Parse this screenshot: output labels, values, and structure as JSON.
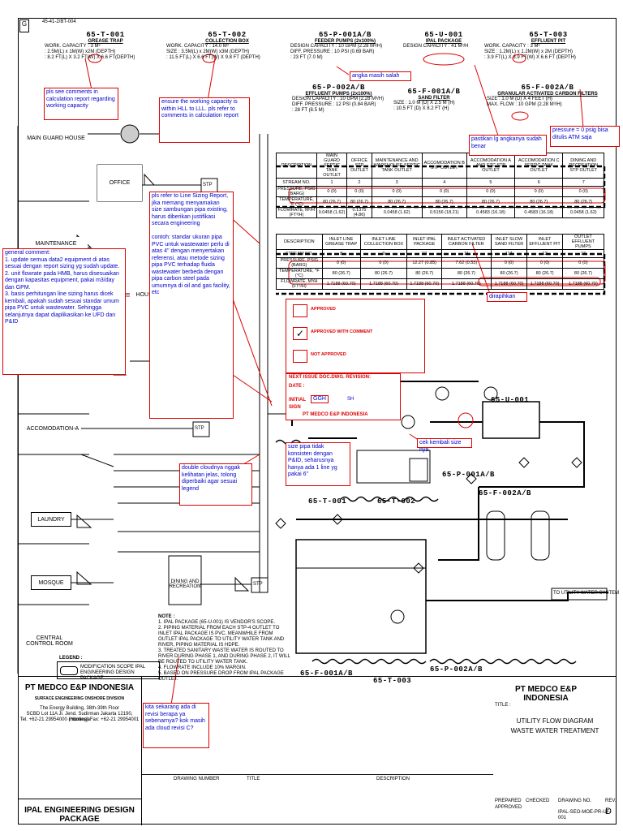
{
  "sheet": {
    "corner_label": "G",
    "tiny_header": "45-41-2/BT-004"
  },
  "equipment_top": [
    {
      "tag": "65-T-001",
      "name": "GREASE TRAP",
      "l1": "WORK. CAPACITY : 3 M³",
      "l2": ": 2.5M(L) x 1M(W) x2M (DEPTH)",
      "l3": ": 8.2 FT(L) X 3.2 FT(W) X 6.6 FT(DEPTH)"
    },
    {
      "tag": "65-T-002",
      "name": "COLLECTION BOX",
      "l1": "WORK. CAPACITY : 14.0 M³",
      "l2": "SIZE : 3.5M(L) x 2M(W) x3M (DEPTH)",
      "l3": ": 11.5 FT(L) X 6.6 FT(W) X 9.8 FT (DEPTH)"
    },
    {
      "tag": "65-P-001A/B",
      "name": "FEEDER PUMPS (2x100%)",
      "l1": "DESIGN CAPACITY : 10 GPM (2.28 M³/H)",
      "l2": "DIFF. PRESSURE : 10 PSI (0.69 BAR)",
      "l3": ": 23 FT (7.0 M)"
    },
    {
      "tag": "65-U-001",
      "name": "IPAL PACKAGE",
      "l1": "DESIGN CAPACITY : 41 M³/H",
      "l2": "",
      "l3": ""
    },
    {
      "tag": "65-T-003",
      "name": "EFFLUENT PIT",
      "l1": "WORK. CAPACITY : 3 M³",
      "l2": "SIZE : 1.2M(L) x 1.2M(W) x 2M (DEPTH)",
      "l3": ": 3.9 FT(L) X 3.9 FT(W) X 6.6 FT (DEPTH)"
    }
  ],
  "equipment_mid": [
    {
      "tag": "65-P-002A/B",
      "name": "EFFLUENT PUMPS (2x100%)",
      "l1": "DESIGN CAPACITY : 10 GPM (2.28 M³/H)",
      "l2": "DIFF. PRESSURE : 12 PSI (0.84 BAR)",
      "l3": ": 28 FT (8.5 M)"
    },
    {
      "tag": "65-F-001A/B",
      "name": "SAND FILTER",
      "l1": "SIZE : 1.0 M (D) X 2.5 M (H)",
      "l2": ": 10.5 FT (D) X 8.2 FT (H)",
      "l3": ""
    },
    {
      "tag": "65-F-002A/B",
      "name": "GRANULAR ACTIVATED CARBON FILTERS",
      "l1": "SIZE : 1.0 M (D) X 4 FEET (H)",
      "l2": "MAX. FLOW : 10 GPM (2.28 M³/H)",
      "l3": ""
    }
  ],
  "sources": [
    {
      "label": "MAIN GUARD HOUSE"
    },
    {
      "label": "OFFICE"
    },
    {
      "label": "MAINTENANCE"
    },
    {
      "label": "HOUSE"
    },
    {
      "label": "ACCOMODATION-A"
    },
    {
      "label": "LAUNDRY"
    },
    {
      "label": "MOSQUE"
    },
    {
      "label": "CENTRAL CONTROL ROOM"
    },
    {
      "label": "DINING AND RECREATION"
    }
  ],
  "stp_label": "STP",
  "table1": {
    "headers": [
      "DESCRIPTION",
      "MAIN GUARD SEPTIC TANK OUTLET",
      "OFFICE STP OUTLET",
      "MAINTENANCE AND WAREHOUSE SEPTIC TANK OUTLET",
      "ACCOMODATION B STP OUTLET",
      "ACCOMODATION A AND ETC STP OUTLET",
      "ACCOMODATION C SEPTIC TANK OUTLET",
      "DINING AND RECREATION STP OUTLET"
    ],
    "rows": [
      [
        "STREAM NO.",
        "1",
        "2",
        "3",
        "4",
        "5",
        "6",
        "7"
      ],
      [
        "PRESSURE, PSIG (BARG)",
        "0 (0)",
        "0 (0)",
        "0 (0)",
        "0 (0)",
        "0 (0)",
        "0 (0)",
        "0 (0)"
      ],
      [
        "TEMPERATURE, °F (°C)",
        "80 (26.7)",
        "80 (26.7)",
        "80 (26.7)",
        "80 (26.7)",
        "80 (26.7)",
        "80 (26.7)",
        "80 (26.7)"
      ],
      [
        "FLOWRATE, M³/H (FT³/H)",
        "0.0458 (1.62)",
        "0.1375 (4.86)",
        "0.0458 (1.62)",
        "0.5156 (18.21)",
        "0.4583 (16.18)",
        "0.4583 (16.18)",
        "0.0458 (1.62)"
      ]
    ]
  },
  "table2": {
    "headers": [
      "DESCRIPTION",
      "INLET LINE GREASE TRAP",
      "INLET LINE COLLECTION BOX",
      "INLET IPAL PACKAGE",
      "INLET ACTIVATED CARBON FILTER",
      "INLET SLOW SAND FILTER",
      "INLET EFFLUENT PIT",
      "OUTLET EFFLUENT PUMPS"
    ],
    "rows": [
      [
        "STREAM NO.",
        "8",
        "9",
        "10",
        "11",
        "11A",
        "12",
        "13"
      ],
      [
        "PRESSURE, PSIG (BARG)",
        "0 (0)",
        "0 (0)",
        "12.27 (0.85)",
        "7.62 (0.53)",
        "0 (0)",
        "0 (0)",
        "0 (0)"
      ],
      [
        "TEMPERATURE, °F (°C)",
        "80 (26.7)",
        "80 (26.7)",
        "80 (26.7)",
        "80 (26.7)",
        "80 (26.7)",
        "80 (26.7)",
        "80 (26.7)"
      ],
      [
        "FLOWRATE, M³/H (FT³/H)",
        "1.7188 (60.70)",
        "1.7188 (60.70)",
        "1.7188 (60.70)",
        "1.7188 (60.70)",
        "1.7188 (60.70)",
        "1.7188 (60.70)",
        "1.7188 (60.70)"
      ]
    ]
  },
  "stamp": {
    "approved": "APPROVED",
    "approved_comment": "APPROVED WITH COMMENT",
    "not_approved": "NOT APPROVED",
    "next_issue": "NEXT ISSUE DOC.DWG. REVISION:",
    "date": "DATE :",
    "initial": "INITIAL",
    "initials": "GGH",
    "initials2": "SH",
    "sign": "SIGN",
    "company": "PT MEDCO E&P INDONESIA",
    "check": "✓"
  },
  "comments": {
    "c1": "pls see comments in calculation report regarding working capacity",
    "c2": "ensure the working capacity is within HLL to LLL. pls refer to comments in calculation report",
    "c3": "angka masih salah",
    "c4": "pastikan lg angkanya sudah benar",
    "c5": "pressure = 0 psig bisa ditulis ATM saja",
    "c6": "pls refer to Line Sizing Report, jika memang menyamakan size sambungan pipa existing, harus diberikan justifikasi secara engineering\n\ncontoh: standar ukuran pipa PVC untuk wastewater perlu di atas 4\" dengan menyertakan referensi, atau metode sizing pipa PVC terhadap fluida wastewater berbeda dengan pipa carbon steel pada umumnya di oil and gas facility, etc",
    "c7": "general comment:\n1. update semua data2 equipment di atas sesuai dengan report sizing yg sudah update.\n2. unit flowrate pada HMB, harus disesuaikan dengan kapasitas equipment, pakai m3/day dan GPM.\n3. basis perhitungan line sizing harus dicek kembali, apakah sudah sesuai standar umum pipa PVC untuk wastewater. Sehingga selanjutnya dapat diaplikasikan ke UFD dan P&ID",
    "c8": "dirapihkan",
    "c9": "cek kembali size nya",
    "c10": "size pipa tidak konsisten dengan P&ID, seharusnya hanya ada 1 line yg pakai 6\"",
    "c11": "double cloudnya nggak kelihatan jelas, tolong diperbaiki agar sesuai legend",
    "c12": "kita sekarang ada di revisi berapa ya sebenarnya? kok masih ada cloud revisi C?"
  },
  "drawing_tags": {
    "u001": "65-U-001",
    "p001": "65-P-001A/B",
    "f002": "65-F-002A/B",
    "t001": "65-T-001",
    "t002": "65-T-002",
    "f001": "65-F-001A/B",
    "t003": "65-T-003",
    "p002": "65-P-002A/B",
    "to_utility": "TO UTILITY WATER SYSTEM"
  },
  "notes": {
    "title": "NOTE :",
    "n1": "1. IPAL PACKAGE (65-U-001) IS VENDOR'S SCOPE.",
    "n2": "2. PIPING MATERIAL FROM EACH STP-4 OUTLET TO INLET IPAL PACKAGE IS PVC. MEANWHILE FROM OUTLET IPAL PACKAGE TO UTILITY WATER TANK AND RIVER, PIPING MATERIAL IS HDPE.",
    "n3": "3. TREATED SANITARY WASTE WATER IS ROUTED TO RIVER DURING PHASE 1, AND DURING PHASE 2, IT WILL BE ROUTED TO UTILITY WATER TANK.",
    "n4": "4. FLOWRATE INCLUDE 10% MARGIN.",
    "n5": "5. BASED ON PRESSURE DROP FROM IPAL PACKAGE OUTLET."
  },
  "legend": {
    "title": "LEGEND :",
    "item": "MODIFICATION SCOPE IPAL ENGINEERING DESIGN PACKAGE"
  },
  "title_block": {
    "company_left": "PT MEDCO E&P INDONESIA",
    "division": "SURFACE ENGINEERING ONSHORE DIVISION",
    "address1": "The Energy Building, 38th-39th Floor",
    "address2": "SCBD Lot 11A Jl. Jend. Sudirman Jakarta 12190, Indonesia",
    "address3": "Tel. +62-21 29954000 (Hunting)  Fax: +62-21 29954001",
    "project": "IPAL ENGINEERING DESIGN PACKAGE",
    "company_right": "PT MEDCO E&P INDONESIA",
    "title_label": "TITLE :",
    "title1": "UTILITY FLOW DIAGRAM",
    "title2": "WASTE WATER TREATMENT",
    "drawing_no_label": "DRAWING NO.",
    "drawing_no": "IPAL-SEO-MOE-PR-UF-001",
    "rev_label": "REV.",
    "rev": "D",
    "description_label": "DESCRIPTION",
    "drawing_number_label": "DRAWING NUMBER",
    "title_col": "TITLE",
    "prepared": "PREPARED",
    "checked": "CHECKED",
    "approved": "APPROVED"
  },
  "colors": {
    "annotation_text": "#0000cc",
    "annotation_border": "#dd0000",
    "drawing": "#000000"
  }
}
